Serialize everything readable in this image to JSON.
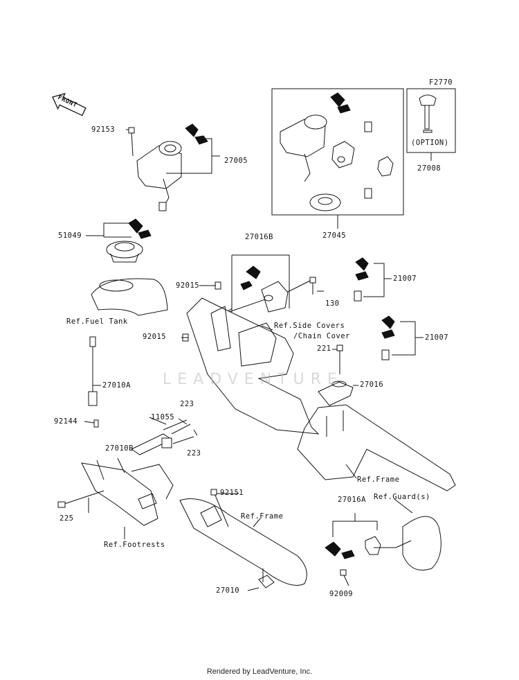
{
  "diagram": {
    "code": "F2770",
    "front": "FRONT",
    "watermark": "LEADVENTURE",
    "footer": "Rendered by LeadVenture, Inc.",
    "labels": {
      "p92153": "92153",
      "p27005": "27005",
      "p27045": "27045",
      "p27008": "27008",
      "option": "(OPTION)",
      "p51049": "51049",
      "p27016B": "27016B",
      "p92015a": "92015",
      "p130": "130",
      "p21007a": "21007",
      "ref_fuel_tank": "Ref.Fuel Tank",
      "ref_side_covers_1": "Ref.Side Covers",
      "ref_side_covers_2": "/Chain Cover",
      "p92015b": "92015",
      "p21007b": "21007",
      "p221": "221",
      "p27010A": "27010A",
      "p27016": "27016",
      "p223a": "223",
      "p11055": "11055",
      "p92144": "92144",
      "p223b": "223",
      "p27010B": "27010B",
      "ref_frame_a": "Ref.Frame",
      "p92151": "92151",
      "p27016A": "27016A",
      "ref_guards": "Ref.Guard(s)",
      "p225": "225",
      "ref_frame_b": "Ref.Frame",
      "ref_footrests": "Ref.Footrests",
      "p27010": "27010",
      "p92009": "92009"
    }
  }
}
